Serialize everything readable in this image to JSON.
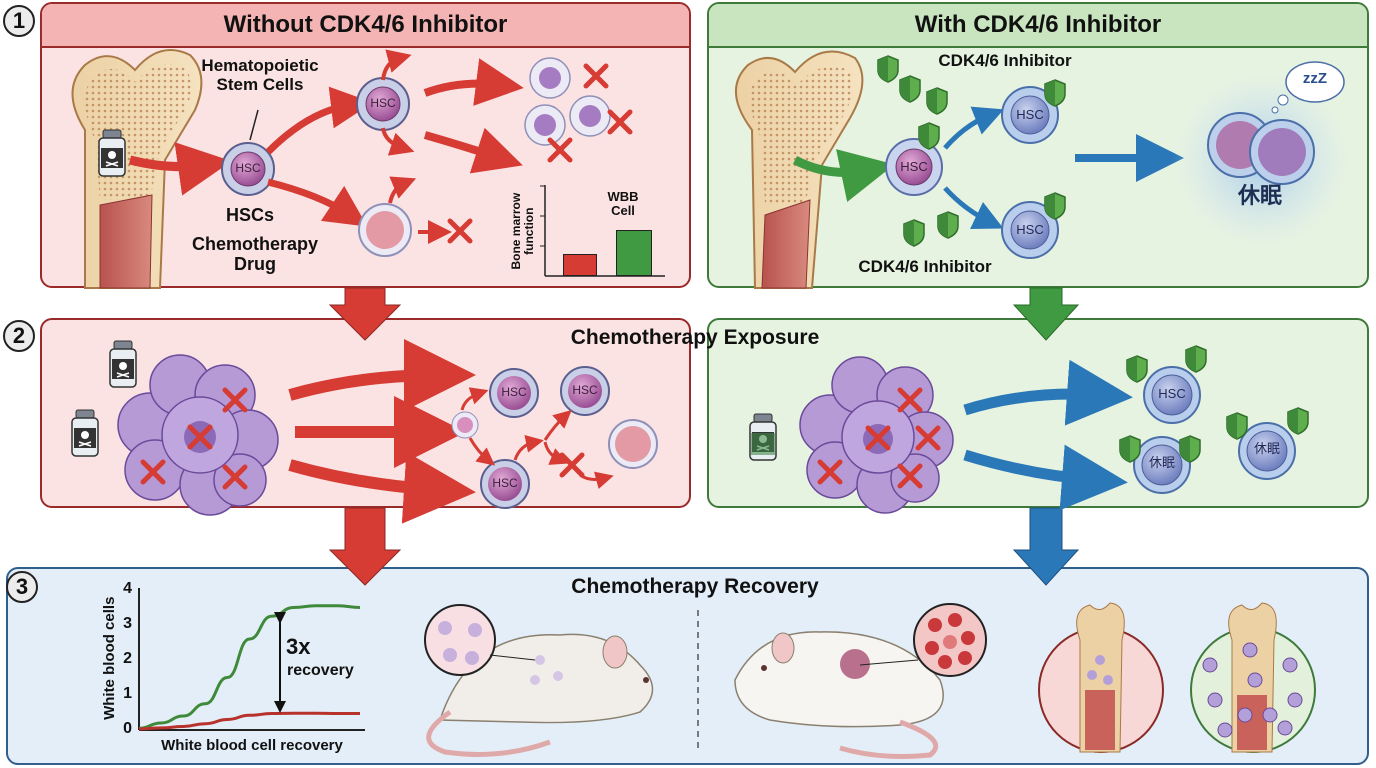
{
  "steps": {
    "one": "1",
    "two": "2",
    "three": "3"
  },
  "panel1_left": {
    "title": "Without CDK4/6 Inhibitor",
    "label_hsc_full": [
      "Hematopoietic",
      "Stem Cells"
    ],
    "label_hscs": "HSCs",
    "label_drug": [
      "Chemotherapy",
      "Drug"
    ],
    "cell_label": "HSC",
    "bar_chart": {
      "ylabel": [
        "Bone marrow",
        "function"
      ],
      "bar_label": [
        "WBB",
        "Cell"
      ],
      "colors": {
        "red": "#d63b34",
        "green": "#3f9a42"
      }
    }
  },
  "panel1_right": {
    "title": "With CDK4/6 Inhibitor",
    "inhibitor_label_top": "CDK4/6 Inhibitor",
    "inhibitor_label_bottom": "CDK4/6 Inhibitor",
    "cell_label": "HSC",
    "dormant_label": "休眠",
    "sleep_text": "zzZ"
  },
  "panel2": {
    "title": "Chemotherapy Exposure",
    "cell_label": "HSC",
    "dormant_label": "休眠"
  },
  "panel3": {
    "title": "Chemotherapy Recovery",
    "annotation_big": "3x",
    "annotation_small": "recovery"
  },
  "colors": {
    "red_accent": "#d63b34",
    "green_accent": "#3f9a42",
    "blue_accent": "#2b78b8",
    "panel_red_bg": "#fbe3e3",
    "panel_green_bg": "#e7f3e1",
    "panel_blue_bg": "#e4eef8"
  },
  "chart_data": [
    {
      "type": "bar",
      "title": "",
      "xlabel": "",
      "ylabel": "Bone marrow function",
      "categories": [
        "Without CDK4/6 Inhibitor",
        "With CDK4/6 Inhibitor (WBB Cell)"
      ],
      "values": [
        0.75,
        1.55
      ],
      "ylim": [
        0,
        3
      ],
      "annotations": [
        "WBB Cell"
      ]
    },
    {
      "type": "line",
      "title": "",
      "xlabel": "White blood cell recovery",
      "ylabel": "White blood cells",
      "yticks": [
        0,
        1,
        2,
        3,
        4
      ],
      "ylim": [
        0,
        4
      ],
      "x": [
        0,
        1,
        2,
        3,
        4,
        5,
        6,
        7,
        8,
        9,
        10
      ],
      "series": [
        {
          "name": "With CDK4/6 Inhibitor",
          "color": "#3f8a3a",
          "values": [
            0.05,
            0.2,
            0.4,
            0.75,
            1.5,
            2.6,
            3.25,
            3.5,
            3.55,
            3.55,
            3.5
          ]
        },
        {
          "name": "Without CDK4/6 Inhibitor",
          "color": "#b8322c",
          "values": [
            0.03,
            0.06,
            0.1,
            0.18,
            0.3,
            0.42,
            0.47,
            0.48,
            0.48,
            0.47,
            0.47
          ]
        }
      ],
      "annotations": [
        "3x recovery"
      ]
    }
  ]
}
